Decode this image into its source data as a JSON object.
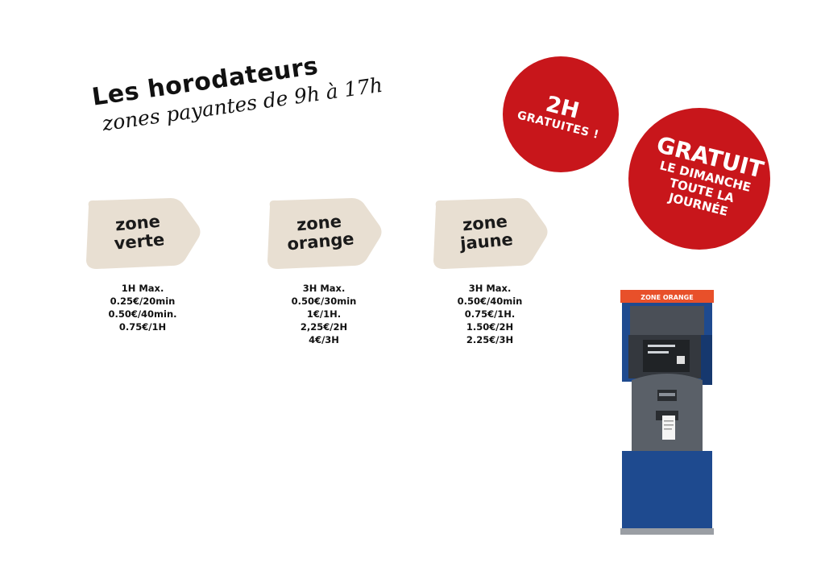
{
  "header": {
    "title": "Les horodateurs",
    "subtitle": "zones payantes de 9h à 17h"
  },
  "zones": [
    {
      "label": "zone\nverte",
      "prices": [
        "1H Max.",
        "0.25€/20min",
        "0.50€/40min.",
        "0.75€/1H"
      ]
    },
    {
      "label": "zone\norange",
      "prices": [
        "3H Max.",
        "0.50€/30min",
        "1€/1H.",
        "2,25€/2H",
        "4€/3H"
      ]
    },
    {
      "label": "zone\njaune",
      "prices": [
        "3H Max.",
        "0.50€/40min",
        "0.75€/1H.",
        "1.50€/2H",
        "2.25€/3H"
      ]
    }
  ],
  "badges": {
    "free_hours": {
      "big": "2H",
      "small": "GRATUITES !"
    },
    "free_sunday": {
      "big": "GRATUIT",
      "line1": "LE DIMANCHE",
      "line2": "TOUTE LA",
      "line3": "JOURNÉE"
    }
  },
  "machine": {
    "sign": "ZONE ORANGE",
    "colors": {
      "sign": "#e8502a",
      "body": "#1e4a8f",
      "panel": "#5a6068"
    }
  },
  "colors": {
    "tag": "#e8dfd2",
    "badge": "#c8161b"
  }
}
